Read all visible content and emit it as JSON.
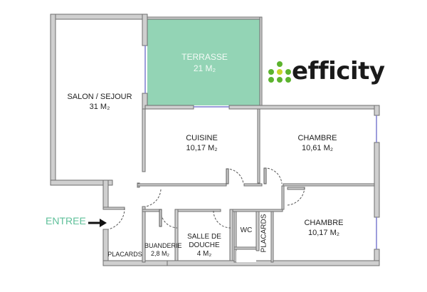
{
  "brand": {
    "name": "efficity",
    "colors": {
      "dot_green": "#5cb32e",
      "dot_yellow": "#c8d42a",
      "text": "#1a1a1a"
    }
  },
  "colors": {
    "wall_fill": "#cfcfcf",
    "wall_stroke": "#6e6e6e",
    "terrasse_fill": "#93d4b5",
    "window": "#7c7ccf",
    "entree_text": "#5fc09a"
  },
  "entry": {
    "label": "ENTREE",
    "icon": "arrow-right-icon"
  },
  "rooms": [
    {
      "id": "salon",
      "name": "SALON / SEJOUR",
      "area": "31 M₂"
    },
    {
      "id": "terrasse",
      "name": "TERRASSE",
      "area": "21 M₂"
    },
    {
      "id": "cuisine",
      "name": "CUISINE",
      "area": "10,17 M₂"
    },
    {
      "id": "chambre1",
      "name": "CHAMBRE",
      "area": "10,61 M₂"
    },
    {
      "id": "chambre2",
      "name": "CHAMBRE",
      "area": "10,17 M₂"
    },
    {
      "id": "buanderie",
      "name": "BUANDERIE",
      "area": "2,8 M₂"
    },
    {
      "id": "salle_douche",
      "name": "SALLE DE DOUCHE",
      "name_line1": "SALLE DE",
      "name_line2": "DOUCHE",
      "area": "4 M₂"
    },
    {
      "id": "wc",
      "name": "WC"
    },
    {
      "id": "placards1",
      "name": "PLACARDS"
    },
    {
      "id": "placards2",
      "name": "PLACARDS"
    }
  ]
}
